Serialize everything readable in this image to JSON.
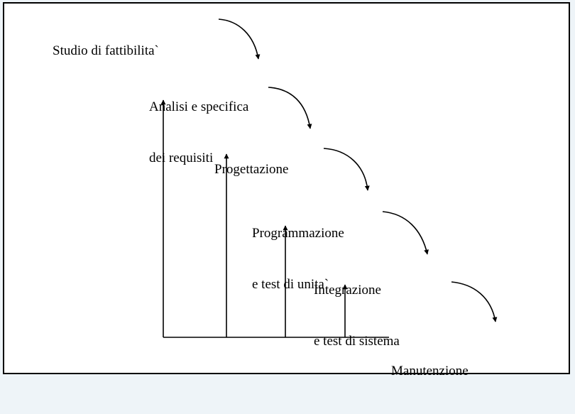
{
  "diagram": {
    "stages": [
      {
        "lines": [
          "Studio di fattibilita`"
        ]
      },
      {
        "lines": [
          "Analisi e specifica",
          "dei requisiti"
        ]
      },
      {
        "lines": [
          "Progettazione"
        ]
      },
      {
        "lines": [
          "Programmazione",
          "e test di unita`"
        ]
      },
      {
        "lines": [
          "Integrazione",
          "e test di sistema"
        ]
      },
      {
        "lines": [
          "Manutenzione"
        ]
      }
    ],
    "colors": {
      "stroke": "#000000",
      "background": "#ffffff",
      "outer": "#eef4f8"
    }
  }
}
